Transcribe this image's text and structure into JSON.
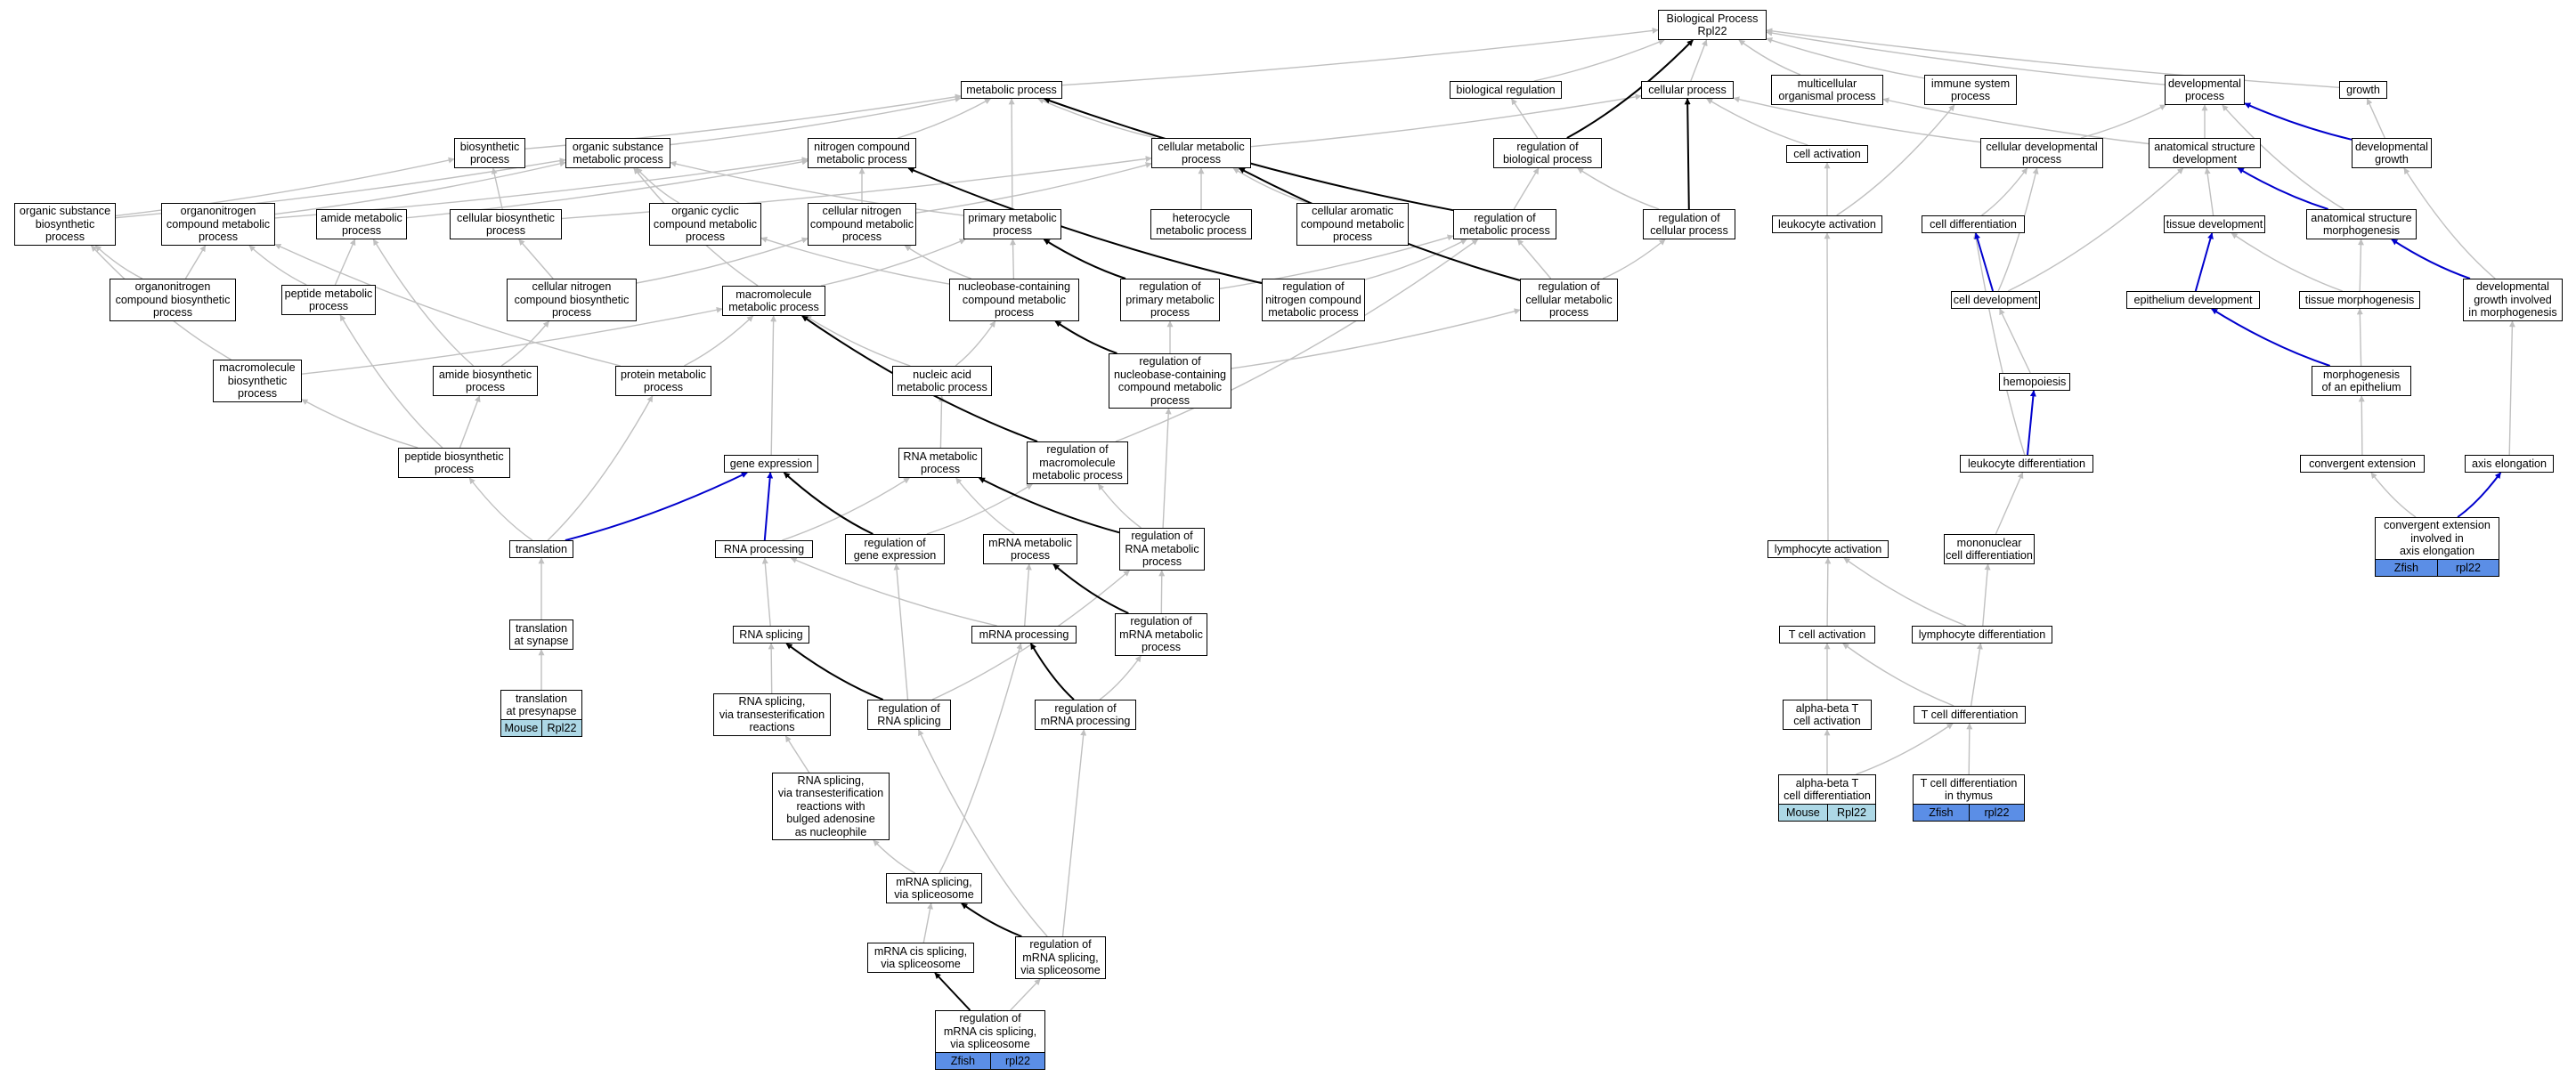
{
  "colors": {
    "grey_edge": "#c0c0c0",
    "black_edge": "#000000",
    "blue_edge": "#0000cd",
    "mouse_tag": "#add8e6",
    "zfish_tag": "#5b8ee6"
  },
  "nodes": [
    {
      "id": "bp",
      "text": "Biological Process\nRpl22"
    },
    {
      "id": "metabolic",
      "text": "metabolic process"
    },
    {
      "id": "bioreg",
      "text": "biological regulation"
    },
    {
      "id": "cellular",
      "text": "cellular process"
    },
    {
      "id": "multicell",
      "text": "multicellular\norganismal process"
    },
    {
      "id": "immune",
      "text": "immune system\nprocess"
    },
    {
      "id": "developmental",
      "text": "developmental\nprocess"
    },
    {
      "id": "growth",
      "text": "growth"
    },
    {
      "id": "biosynthetic",
      "text": "biosynthetic\nprocess"
    },
    {
      "id": "organicsub",
      "text": "organic substance\nmetabolic process"
    },
    {
      "id": "nitrogen",
      "text": "nitrogen compound\nmetabolic process"
    },
    {
      "id": "cellmetab",
      "text": "cellular metabolic\nprocess"
    },
    {
      "id": "regbio",
      "text": "regulation of\nbiological process"
    },
    {
      "id": "cellactivation",
      "text": "cell activation"
    },
    {
      "id": "celldevproc",
      "text": "cellular developmental\nprocess"
    },
    {
      "id": "anatdev",
      "text": "anatomical structure\ndevelopment"
    },
    {
      "id": "devgrowth",
      "text": "developmental\ngrowth"
    },
    {
      "id": "orgsubbio",
      "text": "organic substance\nbiosynthetic\nprocess"
    },
    {
      "id": "organonitro",
      "text": "organonitrogen\ncompound metabolic\nprocess"
    },
    {
      "id": "amidemetab",
      "text": "amide metabolic\nprocess"
    },
    {
      "id": "cellbio",
      "text": "cellular biosynthetic\nprocess"
    },
    {
      "id": "orgcyclic",
      "text": "organic cyclic\ncompound metabolic\nprocess"
    },
    {
      "id": "cellnitro",
      "text": "cellular nitrogen\ncompound metabolic\nprocess"
    },
    {
      "id": "primary",
      "text": "primary metabolic\nprocess"
    },
    {
      "id": "heterocycle",
      "text": "heterocycle\nmetabolic process"
    },
    {
      "id": "cellarom",
      "text": "cellular aromatic\ncompound metabolic\nprocess"
    },
    {
      "id": "regmetab",
      "text": "regulation of\nmetabolic process"
    },
    {
      "id": "regcell",
      "text": "regulation of\ncellular process"
    },
    {
      "id": "leukact",
      "text": "leukocyte activation"
    },
    {
      "id": "celldiff",
      "text": "cell differentiation"
    },
    {
      "id": "tissuedev",
      "text": "tissue development"
    },
    {
      "id": "anatmorph",
      "text": "anatomical structure\nmorphogenesis"
    },
    {
      "id": "orgnitrobio",
      "text": "organonitrogen\ncompound biosynthetic\nprocess"
    },
    {
      "id": "peptidemetab",
      "text": "peptide metabolic\nprocess"
    },
    {
      "id": "cellnitrobio",
      "text": "cellular nitrogen\ncompound biosynthetic\nprocess"
    },
    {
      "id": "macromol",
      "text": "macromolecule\nmetabolic process"
    },
    {
      "id": "nucleobase",
      "text": "nucleobase-containing\ncompound metabolic\nprocess"
    },
    {
      "id": "regprimary",
      "text": "regulation of\nprimary metabolic\nprocess"
    },
    {
      "id": "regnitro",
      "text": "regulation of\nnitrogen compound\nmetabolic process"
    },
    {
      "id": "regcellmetab",
      "text": "regulation of\ncellular metabolic\nprocess"
    },
    {
      "id": "celldevelopment",
      "text": "cell development"
    },
    {
      "id": "epithdev",
      "text": "epithelium development"
    },
    {
      "id": "tissuemorph",
      "text": "tissue morphogenesis"
    },
    {
      "id": "devgrowthmorph",
      "text": "developmental\ngrowth involved\nin morphogenesis"
    },
    {
      "id": "macromolbio",
      "text": "macromolecule\nbiosynthetic\nprocess"
    },
    {
      "id": "amidebio",
      "text": "amide biosynthetic\nprocess"
    },
    {
      "id": "proteinmetab",
      "text": "protein metabolic\nprocess"
    },
    {
      "id": "nucleicacid",
      "text": "nucleic acid\nmetabolic process"
    },
    {
      "id": "regnucleobase",
      "text": "regulation of\nnucleobase-containing\ncompound metabolic\nprocess"
    },
    {
      "id": "hemopoiesis",
      "text": "hemopoiesis"
    },
    {
      "id": "morphepith",
      "text": "morphogenesis\nof an epithelium"
    },
    {
      "id": "peptidebio",
      "text": "peptide biosynthetic\nprocess"
    },
    {
      "id": "geneexpr",
      "text": "gene expression"
    },
    {
      "id": "rnametab",
      "text": "RNA metabolic\nprocess"
    },
    {
      "id": "regmacro",
      "text": "regulation of\nmacromolecule\nmetabolic process"
    },
    {
      "id": "leukdiff",
      "text": "leukocyte differentiation"
    },
    {
      "id": "convext",
      "text": "convergent extension"
    },
    {
      "id": "axiselong",
      "text": "axis elongation"
    },
    {
      "id": "translation",
      "text": "translation"
    },
    {
      "id": "rnaproc",
      "text": "RNA processing"
    },
    {
      "id": "reggeneexpr",
      "text": "regulation of\ngene expression"
    },
    {
      "id": "mrnametab",
      "text": "mRNA metabolic\nprocess"
    },
    {
      "id": "regrnametab",
      "text": "regulation of\nRNA metabolic\nprocess"
    },
    {
      "id": "lymphact",
      "text": "lymphocyte activation"
    },
    {
      "id": "mononuc",
      "text": "mononuclear\ncell differentiation"
    },
    {
      "id": "convextaxis",
      "text": "convergent extension\ninvolved in\naxis elongation"
    },
    {
      "id": "transsyn",
      "text": "translation\nat synapse"
    },
    {
      "id": "rnasplice",
      "text": "RNA splicing"
    },
    {
      "id": "mrnaproc",
      "text": "mRNA processing"
    },
    {
      "id": "regmrnametab",
      "text": "regulation of\nmRNA metabolic\nprocess"
    },
    {
      "id": "tcellact",
      "text": "T cell activation"
    },
    {
      "id": "lymphdiff",
      "text": "lymphocyte differentiation"
    },
    {
      "id": "transpre",
      "text": "translation\nat presynapse"
    },
    {
      "id": "rnaspltrans",
      "text": "RNA splicing,\nvia transesterification\nreactions"
    },
    {
      "id": "regrnasplice",
      "text": "regulation of\nRNA splicing"
    },
    {
      "id": "regmrnaproc",
      "text": "regulation of\nmRNA processing"
    },
    {
      "id": "abtcellact",
      "text": "alpha-beta T\ncell activation"
    },
    {
      "id": "tcelldiff",
      "text": "T cell differentiation"
    },
    {
      "id": "rnasplbulged",
      "text": "RNA splicing,\nvia transesterification\nreactions with\nbulged adenosine\nas nucleophile"
    },
    {
      "id": "abtcelldiff",
      "text": "alpha-beta T\ncell differentiation"
    },
    {
      "id": "tcellthymus",
      "text": "T cell differentiation\nin thymus"
    },
    {
      "id": "mrnaspl",
      "text": "mRNA splicing,\nvia spliceosome"
    },
    {
      "id": "mrnacis",
      "text": "mRNA cis splicing,\nvia spliceosome"
    },
    {
      "id": "regmrnaspl",
      "text": "regulation of\nmRNA splicing,\nvia spliceosome"
    },
    {
      "id": "regmrnacis",
      "text": "regulation of\nmRNA cis splicing,\nvia spliceosome"
    }
  ],
  "tags": [
    {
      "node": "transpre",
      "species": "Mouse",
      "gene": "Rpl22",
      "kind": "mouse"
    },
    {
      "node": "abtcelldiff",
      "species": "Mouse",
      "gene": "Rpl22",
      "kind": "mouse"
    },
    {
      "node": "tcellthymus",
      "species": "Zfish",
      "gene": "rpl22",
      "kind": "zfish"
    },
    {
      "node": "convextaxis",
      "species": "Zfish",
      "gene": "rpl22",
      "kind": "zfish"
    },
    {
      "node": "regmrnacis",
      "species": "Zfish",
      "gene": "rpl22",
      "kind": "zfish"
    }
  ],
  "edges": [
    [
      "metabolic",
      "bp",
      "grey"
    ],
    [
      "bioreg",
      "bp",
      "grey"
    ],
    [
      "cellular",
      "bp",
      "grey"
    ],
    [
      "multicell",
      "bp",
      "grey"
    ],
    [
      "immune",
      "bp",
      "grey"
    ],
    [
      "developmental",
      "bp",
      "grey"
    ],
    [
      "growth",
      "bp",
      "grey"
    ],
    [
      "biosynthetic",
      "metabolic",
      "grey"
    ],
    [
      "organicsub",
      "metabolic",
      "grey"
    ],
    [
      "nitrogen",
      "metabolic",
      "grey"
    ],
    [
      "cellmetab",
      "metabolic",
      "grey"
    ],
    [
      "cellmetab",
      "cellular",
      "grey"
    ],
    [
      "primary",
      "metabolic",
      "grey"
    ],
    [
      "regbio",
      "bioreg",
      "grey"
    ],
    [
      "regbio",
      "bp",
      "black"
    ],
    [
      "regmetab",
      "metabolic",
      "black"
    ],
    [
      "cellactivation",
      "cellular",
      "grey"
    ],
    [
      "celldevproc",
      "cellular",
      "grey"
    ],
    [
      "celldevproc",
      "developmental",
      "grey"
    ],
    [
      "anatdev",
      "developmental",
      "grey"
    ],
    [
      "anatdev",
      "multicell",
      "grey"
    ],
    [
      "devgrowth",
      "developmental",
      "blue"
    ],
    [
      "devgrowth",
      "growth",
      "grey"
    ],
    [
      "orgsubbio",
      "biosynthetic",
      "grey"
    ],
    [
      "orgsubbio",
      "organicsub",
      "grey"
    ],
    [
      "organonitro",
      "organicsub",
      "grey"
    ],
    [
      "organonitro",
      "nitrogen",
      "grey"
    ],
    [
      "amidemetab",
      "nitrogen",
      "grey"
    ],
    [
      "cellbio",
      "biosynthetic",
      "grey"
    ],
    [
      "cellbio",
      "cellmetab",
      "grey"
    ],
    [
      "orgcyclic",
      "organicsub",
      "grey"
    ],
    [
      "cellnitro",
      "nitrogen",
      "grey"
    ],
    [
      "cellnitro",
      "cellmetab",
      "grey"
    ],
    [
      "primary",
      "organicsub",
      "grey"
    ],
    [
      "heterocycle",
      "cellmetab",
      "grey"
    ],
    [
      "cellarom",
      "cellmetab",
      "grey"
    ],
    [
      "regmetab",
      "regbio",
      "grey"
    ],
    [
      "regcell",
      "regbio",
      "grey"
    ],
    [
      "regcell",
      "cellular",
      "black"
    ],
    [
      "leukact",
      "cellactivation",
      "grey"
    ],
    [
      "leukact",
      "immune",
      "grey"
    ],
    [
      "celldiff",
      "celldevproc",
      "grey"
    ],
    [
      "tissuedev",
      "anatdev",
      "grey"
    ],
    [
      "anatmorph",
      "anatdev",
      "blue"
    ],
    [
      "anatmorph",
      "developmental",
      "grey"
    ],
    [
      "orgnitrobio",
      "organonitro",
      "grey"
    ],
    [
      "orgnitrobio",
      "orgsubbio",
      "grey"
    ],
    [
      "peptidemetab",
      "amidemetab",
      "grey"
    ],
    [
      "peptidemetab",
      "organonitro",
      "grey"
    ],
    [
      "cellnitrobio",
      "cellbio",
      "grey"
    ],
    [
      "cellnitrobio",
      "cellnitro",
      "grey"
    ],
    [
      "macromol",
      "primary",
      "grey"
    ],
    [
      "macromol",
      "organicsub",
      "grey"
    ],
    [
      "nucleobase",
      "cellnitro",
      "grey"
    ],
    [
      "nucleobase",
      "primary",
      "grey"
    ],
    [
      "nucleobase",
      "orgcyclic",
      "grey"
    ],
    [
      "regprimary",
      "primary",
      "black"
    ],
    [
      "regprimary",
      "regmetab",
      "grey"
    ],
    [
      "regnitro",
      "nitrogen",
      "black"
    ],
    [
      "regnitro",
      "regmetab",
      "grey"
    ],
    [
      "regcellmetab",
      "cellmetab",
      "black"
    ],
    [
      "regcellmetab",
      "regcell",
      "grey"
    ],
    [
      "regcellmetab",
      "regmetab",
      "grey"
    ],
    [
      "celldevelopment",
      "celldiff",
      "blue"
    ],
    [
      "celldevelopment",
      "celldevproc",
      "grey"
    ],
    [
      "celldevelopment",
      "anatdev",
      "grey"
    ],
    [
      "epithdev",
      "tissuedev",
      "blue"
    ],
    [
      "tissuemorph",
      "tissuedev",
      "grey"
    ],
    [
      "tissuemorph",
      "anatmorph",
      "grey"
    ],
    [
      "devgrowthmorph",
      "anatmorph",
      "blue"
    ],
    [
      "devgrowthmorph",
      "devgrowth",
      "grey"
    ],
    [
      "macromolbio",
      "macromol",
      "grey"
    ],
    [
      "macromolbio",
      "orgsubbio",
      "grey"
    ],
    [
      "amidebio",
      "amidemetab",
      "grey"
    ],
    [
      "amidebio",
      "cellnitrobio",
      "grey"
    ],
    [
      "proteinmetab",
      "macromol",
      "grey"
    ],
    [
      "proteinmetab",
      "organonitro",
      "grey"
    ],
    [
      "nucleicacid",
      "macromol",
      "grey"
    ],
    [
      "nucleicacid",
      "nucleobase",
      "grey"
    ],
    [
      "regnucleobase",
      "nucleobase",
      "black"
    ],
    [
      "regnucleobase",
      "regprimary",
      "grey"
    ],
    [
      "regnucleobase",
      "regcellmetab",
      "grey"
    ],
    [
      "hemopoiesis",
      "celldevelopment",
      "grey"
    ],
    [
      "morphepith",
      "epithdev",
      "blue"
    ],
    [
      "morphepith",
      "tissuemorph",
      "grey"
    ],
    [
      "peptidebio",
      "peptidemetab",
      "grey"
    ],
    [
      "peptidebio",
      "amidebio",
      "grey"
    ],
    [
      "peptidebio",
      "macromolbio",
      "grey"
    ],
    [
      "geneexpr",
      "macromol",
      "grey"
    ],
    [
      "rnametab",
      "nucleicacid",
      "grey"
    ],
    [
      "regmacro",
      "macromol",
      "black"
    ],
    [
      "regmacro",
      "regmetab",
      "grey"
    ],
    [
      "leukdiff",
      "hemopoiesis",
      "blue"
    ],
    [
      "leukdiff",
      "celldiff",
      "grey"
    ],
    [
      "convext",
      "morphepith",
      "grey"
    ],
    [
      "axiselong",
      "devgrowthmorph",
      "grey"
    ],
    [
      "translation",
      "peptidebio",
      "grey"
    ],
    [
      "translation",
      "proteinmetab",
      "grey"
    ],
    [
      "translation",
      "geneexpr",
      "blue"
    ],
    [
      "rnaproc",
      "rnametab",
      "grey"
    ],
    [
      "rnaproc",
      "geneexpr",
      "blue"
    ],
    [
      "reggeneexpr",
      "geneexpr",
      "black"
    ],
    [
      "reggeneexpr",
      "regmacro",
      "grey"
    ],
    [
      "mrnametab",
      "rnametab",
      "grey"
    ],
    [
      "regrnametab",
      "rnametab",
      "black"
    ],
    [
      "regrnametab",
      "regmacro",
      "grey"
    ],
    [
      "regrnametab",
      "regnucleobase",
      "grey"
    ],
    [
      "lymphact",
      "leukact",
      "grey"
    ],
    [
      "mononuc",
      "leukdiff",
      "grey"
    ],
    [
      "convextaxis",
      "convext",
      "grey"
    ],
    [
      "convextaxis",
      "axiselong",
      "blue"
    ],
    [
      "transsyn",
      "translation",
      "grey"
    ],
    [
      "rnasplice",
      "rnaproc",
      "grey"
    ],
    [
      "mrnaproc",
      "mrnametab",
      "grey"
    ],
    [
      "mrnaproc",
      "rnaproc",
      "grey"
    ],
    [
      "regmrnametab",
      "mrnametab",
      "black"
    ],
    [
      "regmrnametab",
      "regrnametab",
      "grey"
    ],
    [
      "tcellact",
      "lymphact",
      "grey"
    ],
    [
      "lymphdiff",
      "mononuc",
      "grey"
    ],
    [
      "lymphdiff",
      "lymphact",
      "grey"
    ],
    [
      "transpre",
      "transsyn",
      "grey"
    ],
    [
      "rnaspltrans",
      "rnasplice",
      "grey"
    ],
    [
      "regrnasplice",
      "rnasplice",
      "black"
    ],
    [
      "regrnasplice",
      "reggeneexpr",
      "grey"
    ],
    [
      "regrnasplice",
      "regrnametab",
      "grey"
    ],
    [
      "regmrnaproc",
      "mrnaproc",
      "black"
    ],
    [
      "regmrnaproc",
      "regmrnametab",
      "grey"
    ],
    [
      "abtcellact",
      "tcellact",
      "grey"
    ],
    [
      "tcelldiff",
      "lymphdiff",
      "grey"
    ],
    [
      "tcelldiff",
      "tcellact",
      "grey"
    ],
    [
      "rnasplbulged",
      "rnaspltrans",
      "grey"
    ],
    [
      "abtcelldiff",
      "abtcellact",
      "grey"
    ],
    [
      "abtcelldiff",
      "tcelldiff",
      "grey"
    ],
    [
      "tcellthymus",
      "tcelldiff",
      "grey"
    ],
    [
      "mrnaspl",
      "rnasplbulged",
      "grey"
    ],
    [
      "mrnaspl",
      "mrnaproc",
      "grey"
    ],
    [
      "mrnacis",
      "mrnaspl",
      "grey"
    ],
    [
      "regmrnaspl",
      "mrnaspl",
      "black"
    ],
    [
      "regmrnaspl",
      "regrnasplice",
      "grey"
    ],
    [
      "regmrnaspl",
      "regmrnaproc",
      "grey"
    ],
    [
      "regmrnacis",
      "mrnacis",
      "black"
    ],
    [
      "regmrnacis",
      "regmrnaspl",
      "grey"
    ]
  ]
}
